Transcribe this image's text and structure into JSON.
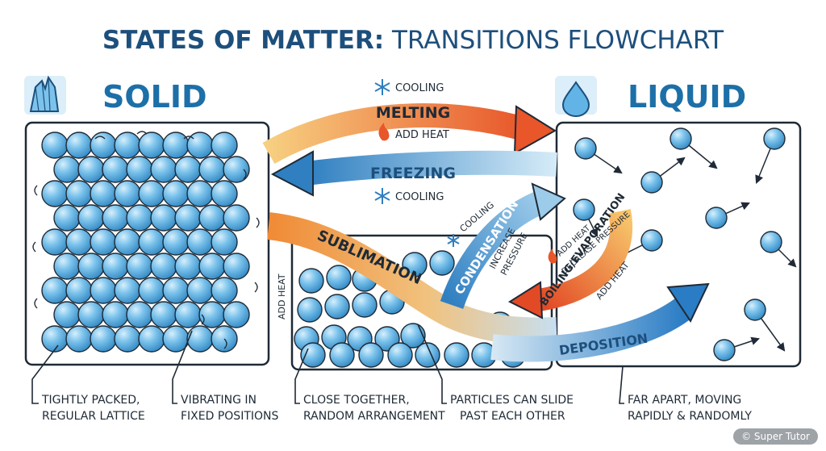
{
  "title": {
    "bold": "STATES OF MATTER:",
    "light": "TRANSITIONS FLOWCHART"
  },
  "states": {
    "solid": "SOLID",
    "liquid": "LIQUID"
  },
  "icons": {
    "solid": "crystal-icon",
    "liquid": "water-drop-icon",
    "cooling": "snowflake-icon",
    "heat": "flame-icon"
  },
  "transitions": {
    "melting": "MELTING",
    "melting_top_note": "COOLING",
    "melting_bottom_note": "ADD HEAT",
    "freezing": "FREEZING",
    "freezing_note": "COOLING",
    "sublimation": "SUBLIMATION",
    "sublimation_note": "ADD HEAT",
    "condensation": "CONDENSATION",
    "condensation_note": "COOLING",
    "increase_pressure": [
      "INCREASE",
      "PRESSURE"
    ],
    "boiling": "BOILING/EVAPORATION",
    "boiling_note_heat": "ADD HEAT",
    "boiling_note_pressure": "DECREASE PRESSURE",
    "boiling_note_heat2": "ADD HEAT",
    "deposition": "DEPOSITION"
  },
  "captions": {
    "solid_left": [
      "TIGHTLY PACKED,",
      "REGULAR LATTICE"
    ],
    "solid_right": [
      "VIBRATING IN",
      "FIXED POSITIONS"
    ],
    "liquid_left": [
      "CLOSE TOGETHER,",
      "RANDOM ARRANGEMENT"
    ],
    "liquid_right": [
      "PARTICLES CAN SLIDE",
      "PAST EACH OTHER"
    ],
    "gas": [
      "FAR APART, MOVING",
      "RAPIDLY & RANDOMLY"
    ]
  },
  "watermark": "© Super Tutor",
  "colors": {
    "navy": "#1d4f7c",
    "dark": "#1f2a36",
    "orange": "#e8742a",
    "blue": "#2f7fc1",
    "particle": "#62b4e6"
  }
}
